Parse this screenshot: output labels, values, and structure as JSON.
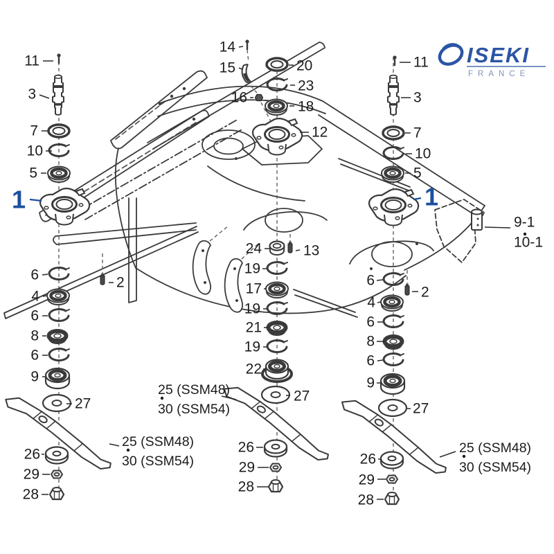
{
  "logo": {
    "brand": "ISEKI",
    "country": "FRANCE"
  },
  "colors": {
    "accent_blue": "#1d4f9e",
    "logo_blue": "#2b55a5",
    "line": "#3a3a3a",
    "label_text": "#1c1c1c"
  },
  "callouts": {
    "c1": "1",
    "c2": "2",
    "c3": "3",
    "c4": "4",
    "c5": "5",
    "c6": "6",
    "c7": "7",
    "c8": "8",
    "c9": "9",
    "c10": "10",
    "c11": "11",
    "c12": "12",
    "c13": "13",
    "c14": "14",
    "c15": "15",
    "c16": "16",
    "c17": "17",
    "c18": "18",
    "c19": "19",
    "c20": "20",
    "c21": "21",
    "c22": "22",
    "c23": "23",
    "c24": "24",
    "c26": "26",
    "c27": "27",
    "c28": "28",
    "c29": "29",
    "c9_1": "9-1",
    "c10_1": "10-1",
    "blade_ssm48": "25 (SSM48)",
    "blade_ssm54": "30 (SSM54)"
  }
}
